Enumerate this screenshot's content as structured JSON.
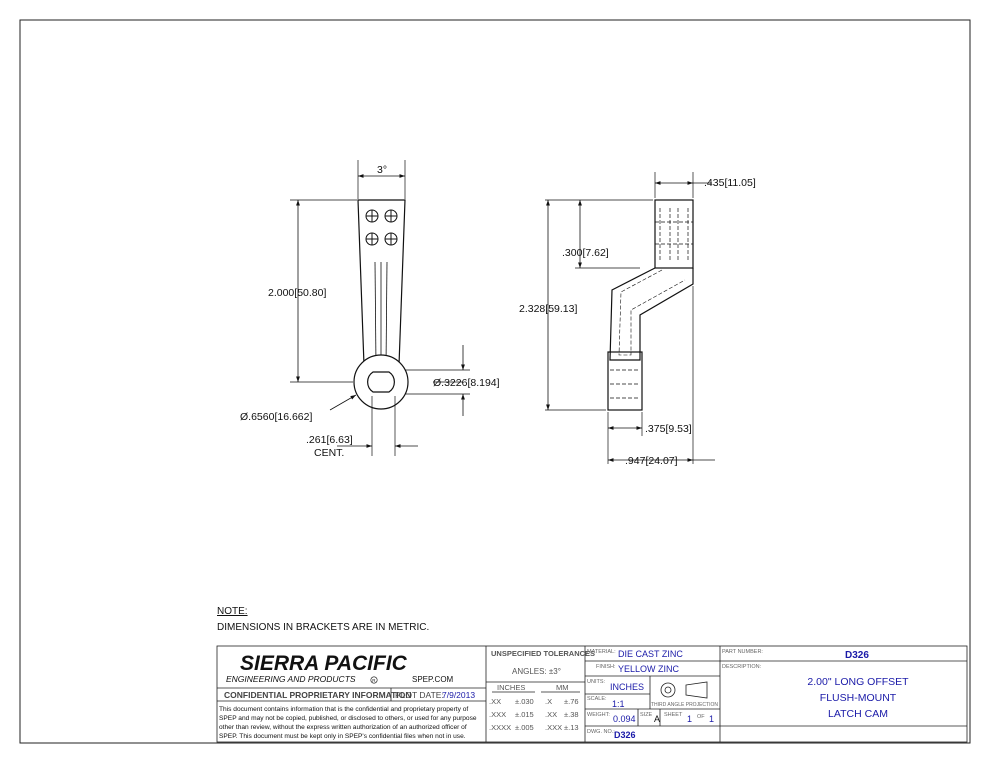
{
  "front_view": {
    "angle_dim": "3°",
    "length_dim": "2.000",
    "length_dim_metric": "50.80",
    "bore_dim": "Ø.3226",
    "bore_dim_metric": "8.194",
    "outer_dim": "Ø.6560",
    "outer_dim_metric": "16.662",
    "flat_dim": ".261",
    "flat_dim_metric": "6.63",
    "flat_dim_note": "CENT."
  },
  "side_view": {
    "top_width_dim": ".435",
    "top_width_dim_metric": "11.05",
    "offset_dim": ".300",
    "offset_dim_metric": "7.62",
    "height_dim": "2.328",
    "height_dim_metric": "59.13",
    "base_width_dim": ".375",
    "base_width_dim_metric": "9.53",
    "overall_width_dim": ".947",
    "overall_width_dim_metric": "24.07"
  },
  "note": {
    "heading": "NOTE:",
    "text": "DIMENSIONS IN BRACKETS ARE IN METRIC."
  },
  "title_block": {
    "company_name": "SIERRA PACIFIC",
    "company_sub": "ENGINEERING AND PRODUCTS",
    "registered_mark": "R",
    "website": "SPEP.COM",
    "confidential_label": "CONFIDENTIAL PROPRIETARY INFORMATION",
    "plot_date_label": "PLOT DATE:",
    "plot_date": "7/9/2013",
    "disclaimer_lines": [
      "This document contains information that is the confidential and proprietary property of",
      "SPEP and may not be copied, published, or disclosed to others, or used for any purpose",
      "other than review, without the express written authorization of an authorized officer of",
      "SPEP. This document must be kept only in SPEP's confidential files when not in use."
    ],
    "tolerances_title": "UNSPECIFIED TOLERANCES",
    "angles": "ANGLES: ±3°",
    "inches_label": "INCHES",
    "mm_label": "MM",
    "tol_rows": [
      {
        "in_fmt": ".XX",
        "in_tol": "±.030",
        "mm_fmt": ".X",
        "mm_tol": "±.76"
      },
      {
        "in_fmt": ".XXX",
        "in_tol": "±.015",
        "mm_fmt": ".XX",
        "mm_tol": "±.38"
      },
      {
        "in_fmt": ".XXXX",
        "in_tol": "±.005",
        "mm_fmt": ".XXX",
        "mm_tol": "±.13"
      }
    ],
    "material_label": "MATERIAL:",
    "material": "DIE CAST ZINC",
    "finish_label": "FINISH:",
    "finish": "YELLOW ZINC",
    "units_label": "UNITS:",
    "units": "INCHES",
    "scale_label": "SCALE:",
    "scale": "1:1",
    "projection_label": "THIRD ANGLE PROJECTION",
    "weight_label": "WEIGHT:",
    "weight": "0.094",
    "size_label": "SIZE",
    "size": "A",
    "sheet_label": "SHEET",
    "sheet": "1",
    "of_label": "OF",
    "sheet_total": "1",
    "dwg_no_label": "DWG. NO.:",
    "dwg_no": "D326",
    "part_number_label": "PART NUMBER:",
    "part_number": "D326",
    "description_label": "DESCRIPTION:",
    "description_lines": [
      "2.00\" LONG OFFSET",
      "FLUSH-MOUNT",
      "LATCH CAM"
    ]
  },
  "colors": {
    "line": "#111111",
    "value_blue": "#1a1aa8",
    "label_gray": "#555555"
  }
}
